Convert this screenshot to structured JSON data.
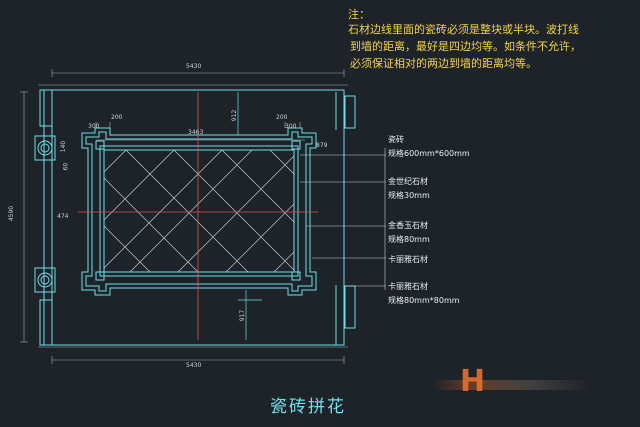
{
  "note": {
    "title": "注：",
    "line1": "石材边线里面的瓷砖必须是整块或半块。波打线",
    "line2": "到墙的距离，最好是四边均等。如条件不允许，",
    "line3": "必须保证相对的两边到墙的距离均等。"
  },
  "legend": {
    "tile_name": "瓷砖",
    "tile_spec": "规格600mm*600mm",
    "golden_century": "金世纪石材",
    "golden_century_spec": "规格30mm",
    "jade": "金香玉石材",
    "jade_spec": "规格80mm",
    "karamay_1": "卡丽雅石材",
    "karamay_2": "卡丽雅石材",
    "karamay_2_spec": "规格80mm*80mm"
  },
  "dimensions": {
    "top_width": "5430",
    "bottom_width": "5430",
    "left_height": "4590",
    "inner_width": "3463",
    "top_offset": "912",
    "bottom_offset": "917",
    "corner_200_left": "200",
    "corner_200_right": "200",
    "corner_300_left": "300",
    "corner_300_right": "300",
    "left_140": "140",
    "left_60": "60",
    "left_474": "474",
    "right_879": "879"
  },
  "title": "瓷砖拼花",
  "colors": {
    "background": "#1e2229",
    "wall": "#6ee0e8",
    "note_text": "#f0d44a",
    "axis_red": "#e0505a",
    "tile_grid": "#c0c8cc"
  }
}
